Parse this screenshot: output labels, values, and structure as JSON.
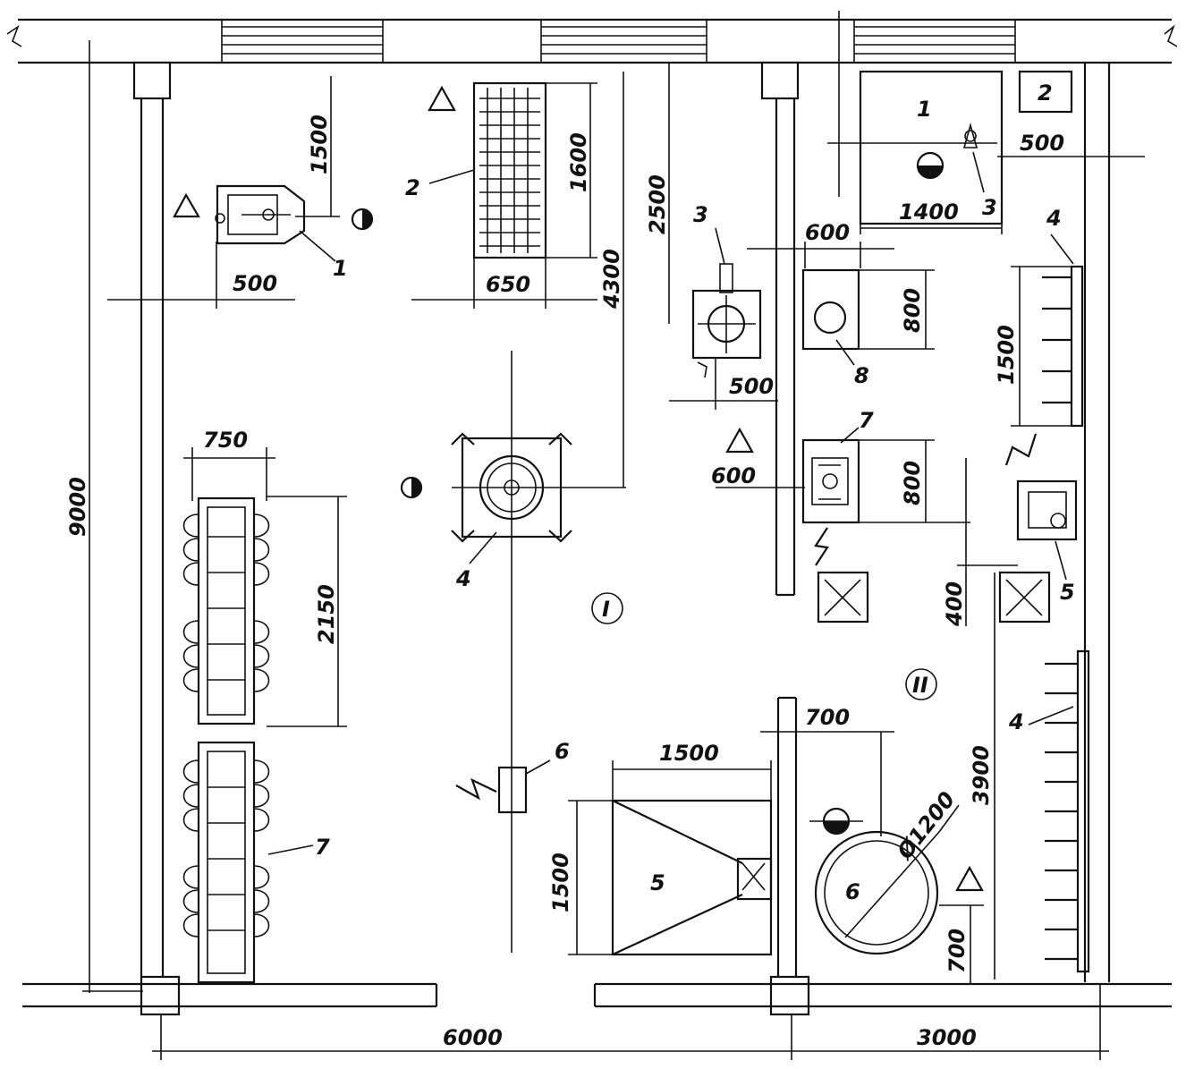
{
  "dimensions": {
    "urinal_top": "1500",
    "urinal_side": "500",
    "grate_height": "1600",
    "grate_width": "650",
    "grate_to_center": "4300",
    "top_to_basin": "2500",
    "basin_offset": "500",
    "room_span_vertical": "9000",
    "bench_width": "750",
    "bench_length": "2150",
    "hopper_width": "1500",
    "hopper_height": "1500",
    "tub_diameter": "Ø1200",
    "tub_offset": "700",
    "tub_bottom": "700",
    "right_wall_run": "3900",
    "right_gap": "400",
    "tank_width": "1400",
    "tank_side": "500",
    "washer_width": "600",
    "washer_height": "800",
    "stand_width": "600",
    "stand_height": "800",
    "rack_length": "1500",
    "bottom_left": "6000",
    "bottom_right": "3000"
  },
  "labels": {
    "room_1": "I",
    "room_2": "II",
    "item_1": "1",
    "item_2": "2",
    "item_3": "3",
    "item_4": "4",
    "item_5": "5",
    "item_6": "6",
    "item_7": "7",
    "item_8": "8",
    "r_item_1": "1",
    "r_item_2": "2",
    "r_item_3": "3",
    "r_item_4": "4",
    "r_item_4b": "4",
    "r_item_5": "5",
    "r_item_7": "7",
    "r_item_6": "6",
    "r_item_5b": "5"
  },
  "symbols": [
    "triangle-icon",
    "half-circle-icon",
    "lightning-icon"
  ]
}
